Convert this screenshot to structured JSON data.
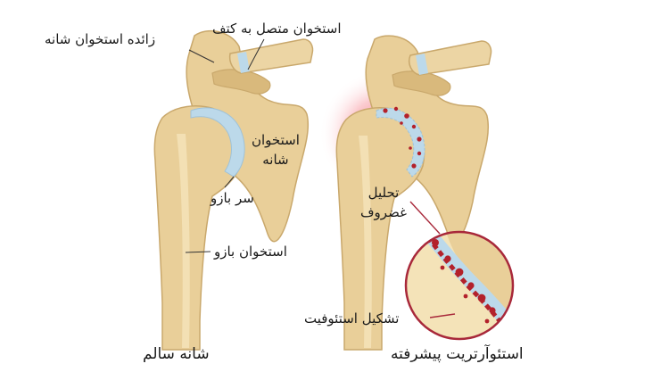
{
  "labels": {
    "acromion": "زائده استخوان شانه",
    "clavicle": "استخوان متصل به کتف",
    "scapula_line1": "استخوان",
    "scapula_line2": "شانه",
    "humeral_head": "سر بازو",
    "humerus": "استخوان بازو",
    "cartilage_line1": "تحلیل",
    "cartilage_line2": "غضروف",
    "osteophyte": "تشکیل استئوفیت"
  },
  "captions": {
    "healthy": "شانه سالم",
    "advanced": "استئوآرتریت پیشرفته"
  },
  "colors": {
    "bone": "#e9cf99",
    "bone_shade": "#c9a86c",
    "bone_light": "#f4e3b8",
    "cartilage": "#bcd9ea",
    "inflammation": "#f25a6a",
    "osteophyte": "#b3212b",
    "pointer": "#a8283a",
    "line": "#333333"
  }
}
